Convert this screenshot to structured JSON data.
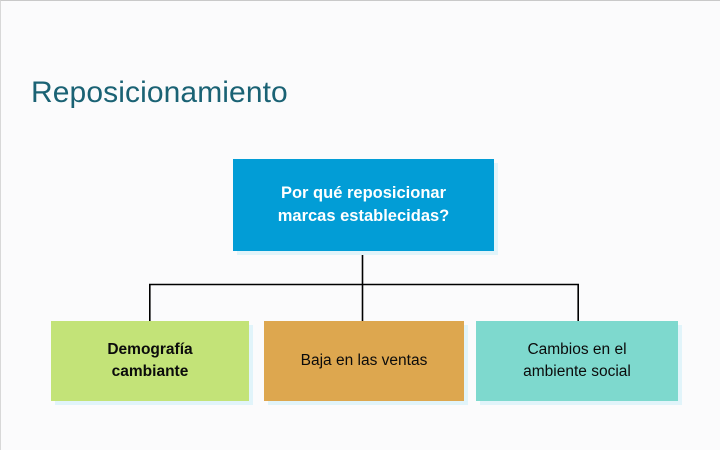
{
  "slide": {
    "title": "Reposicionamiento",
    "title_color": "#1a6274",
    "background_color": "#fbfbfc"
  },
  "diagram": {
    "type": "org-chart",
    "root": {
      "label_line1": "Por qué reposicionar",
      "label_line2": "marcas establecidas?",
      "fill_color": "#029dd6",
      "text_color": "#ffffff"
    },
    "children": [
      {
        "label_line1": "Demografía",
        "label_line2": "cambiante",
        "fill_color": "#c3e378",
        "text_color": "#0b0b0b"
      },
      {
        "label_line1": "Baja en las ventas",
        "label_line2": "",
        "fill_color": "#dda74f",
        "text_color": "#0b0b0b"
      },
      {
        "label_line1": "Cambios en el",
        "label_line2": "ambiente social",
        "fill_color": "#7ed9ce",
        "text_color": "#0b0b0b"
      }
    ],
    "connector_color": "#000000",
    "shadow_color": "#e1f4fa"
  }
}
